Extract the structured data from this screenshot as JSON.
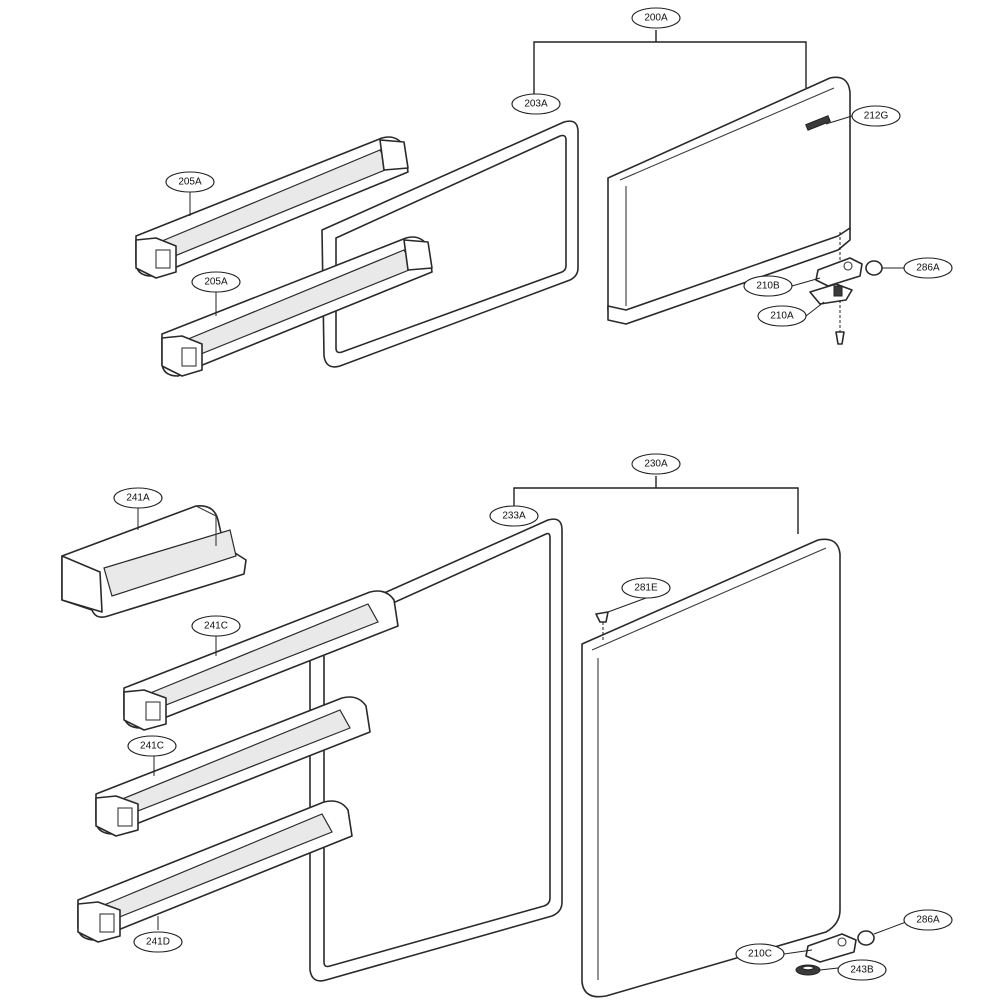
{
  "diagram": {
    "callouts": {
      "c200A": "200A",
      "c203A": "203A",
      "c212G": "212G",
      "c205A_top": "205A",
      "c205A_bottom": "205A",
      "c286A_top": "286A",
      "c210B": "210B",
      "c210A": "210A",
      "c230A": "230A",
      "c233A": "233A",
      "c241A": "241A",
      "c281E": "281E",
      "c241C_top": "241C",
      "c241C_bottom": "241C",
      "c241D": "241D",
      "c286A_bottom": "286A",
      "c210C": "210C",
      "c243B": "243B"
    }
  }
}
